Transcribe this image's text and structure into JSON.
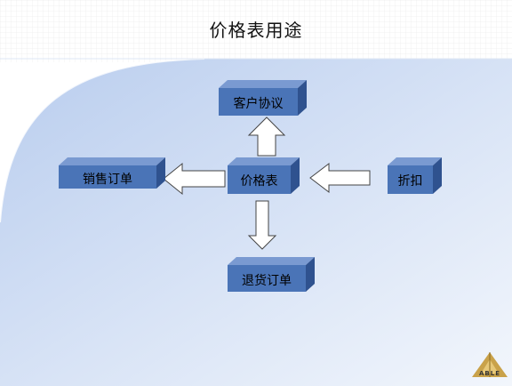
{
  "slide": {
    "title": "价格表用途"
  },
  "diagram": {
    "center": "价格表",
    "top": "客户协议",
    "left": "销售订单",
    "right": "折扣",
    "bottom": "退货订单"
  },
  "logo": {
    "text": "ABLE"
  },
  "colors": {
    "box_front": "#4a74b7",
    "box_top": "#7a9ad1",
    "box_side": "#2f528f",
    "background_blue": "#c9d8f1"
  }
}
